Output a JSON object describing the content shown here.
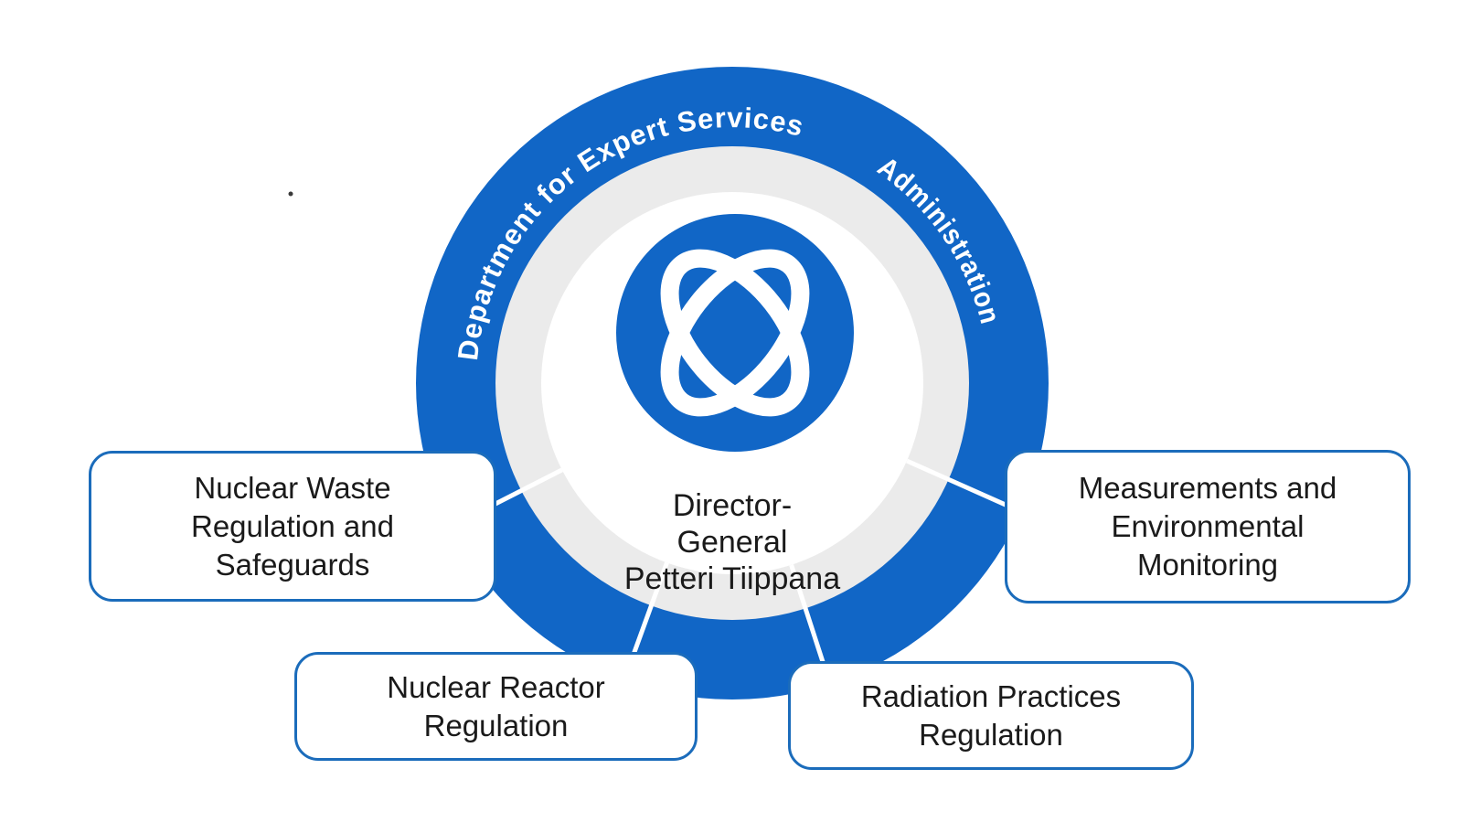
{
  "center": {
    "label": "Director-\nGeneral\nPetteri Tiippana"
  },
  "ring": {
    "labels": [
      {
        "label": "Department for Expert Services"
      },
      {
        "label": "Administration"
      }
    ]
  },
  "departments": [
    {
      "label": "Nuclear Waste\nRegulation and\nSafeguards"
    },
    {
      "label": "Measurements and\nEnvironmental\nMonitoring"
    },
    {
      "label": "Nuclear Reactor\nRegulation"
    },
    {
      "label": "Radiation Practices\nRegulation"
    }
  ],
  "colors": {
    "ring_blue": "#1166C6",
    "ring_gray": "#EBEBEB",
    "center_white": "#FFFFFF",
    "divider_white": "#FFFFFF",
    "logo_blue": "#1166C6",
    "logo_white": "#FFFFFF",
    "box_border_blue": "#1B6CBB",
    "text_black": "#1A1A1A",
    "curved_text_white": "#FFFFFF",
    "dot_gray": "#3A3A3A"
  }
}
